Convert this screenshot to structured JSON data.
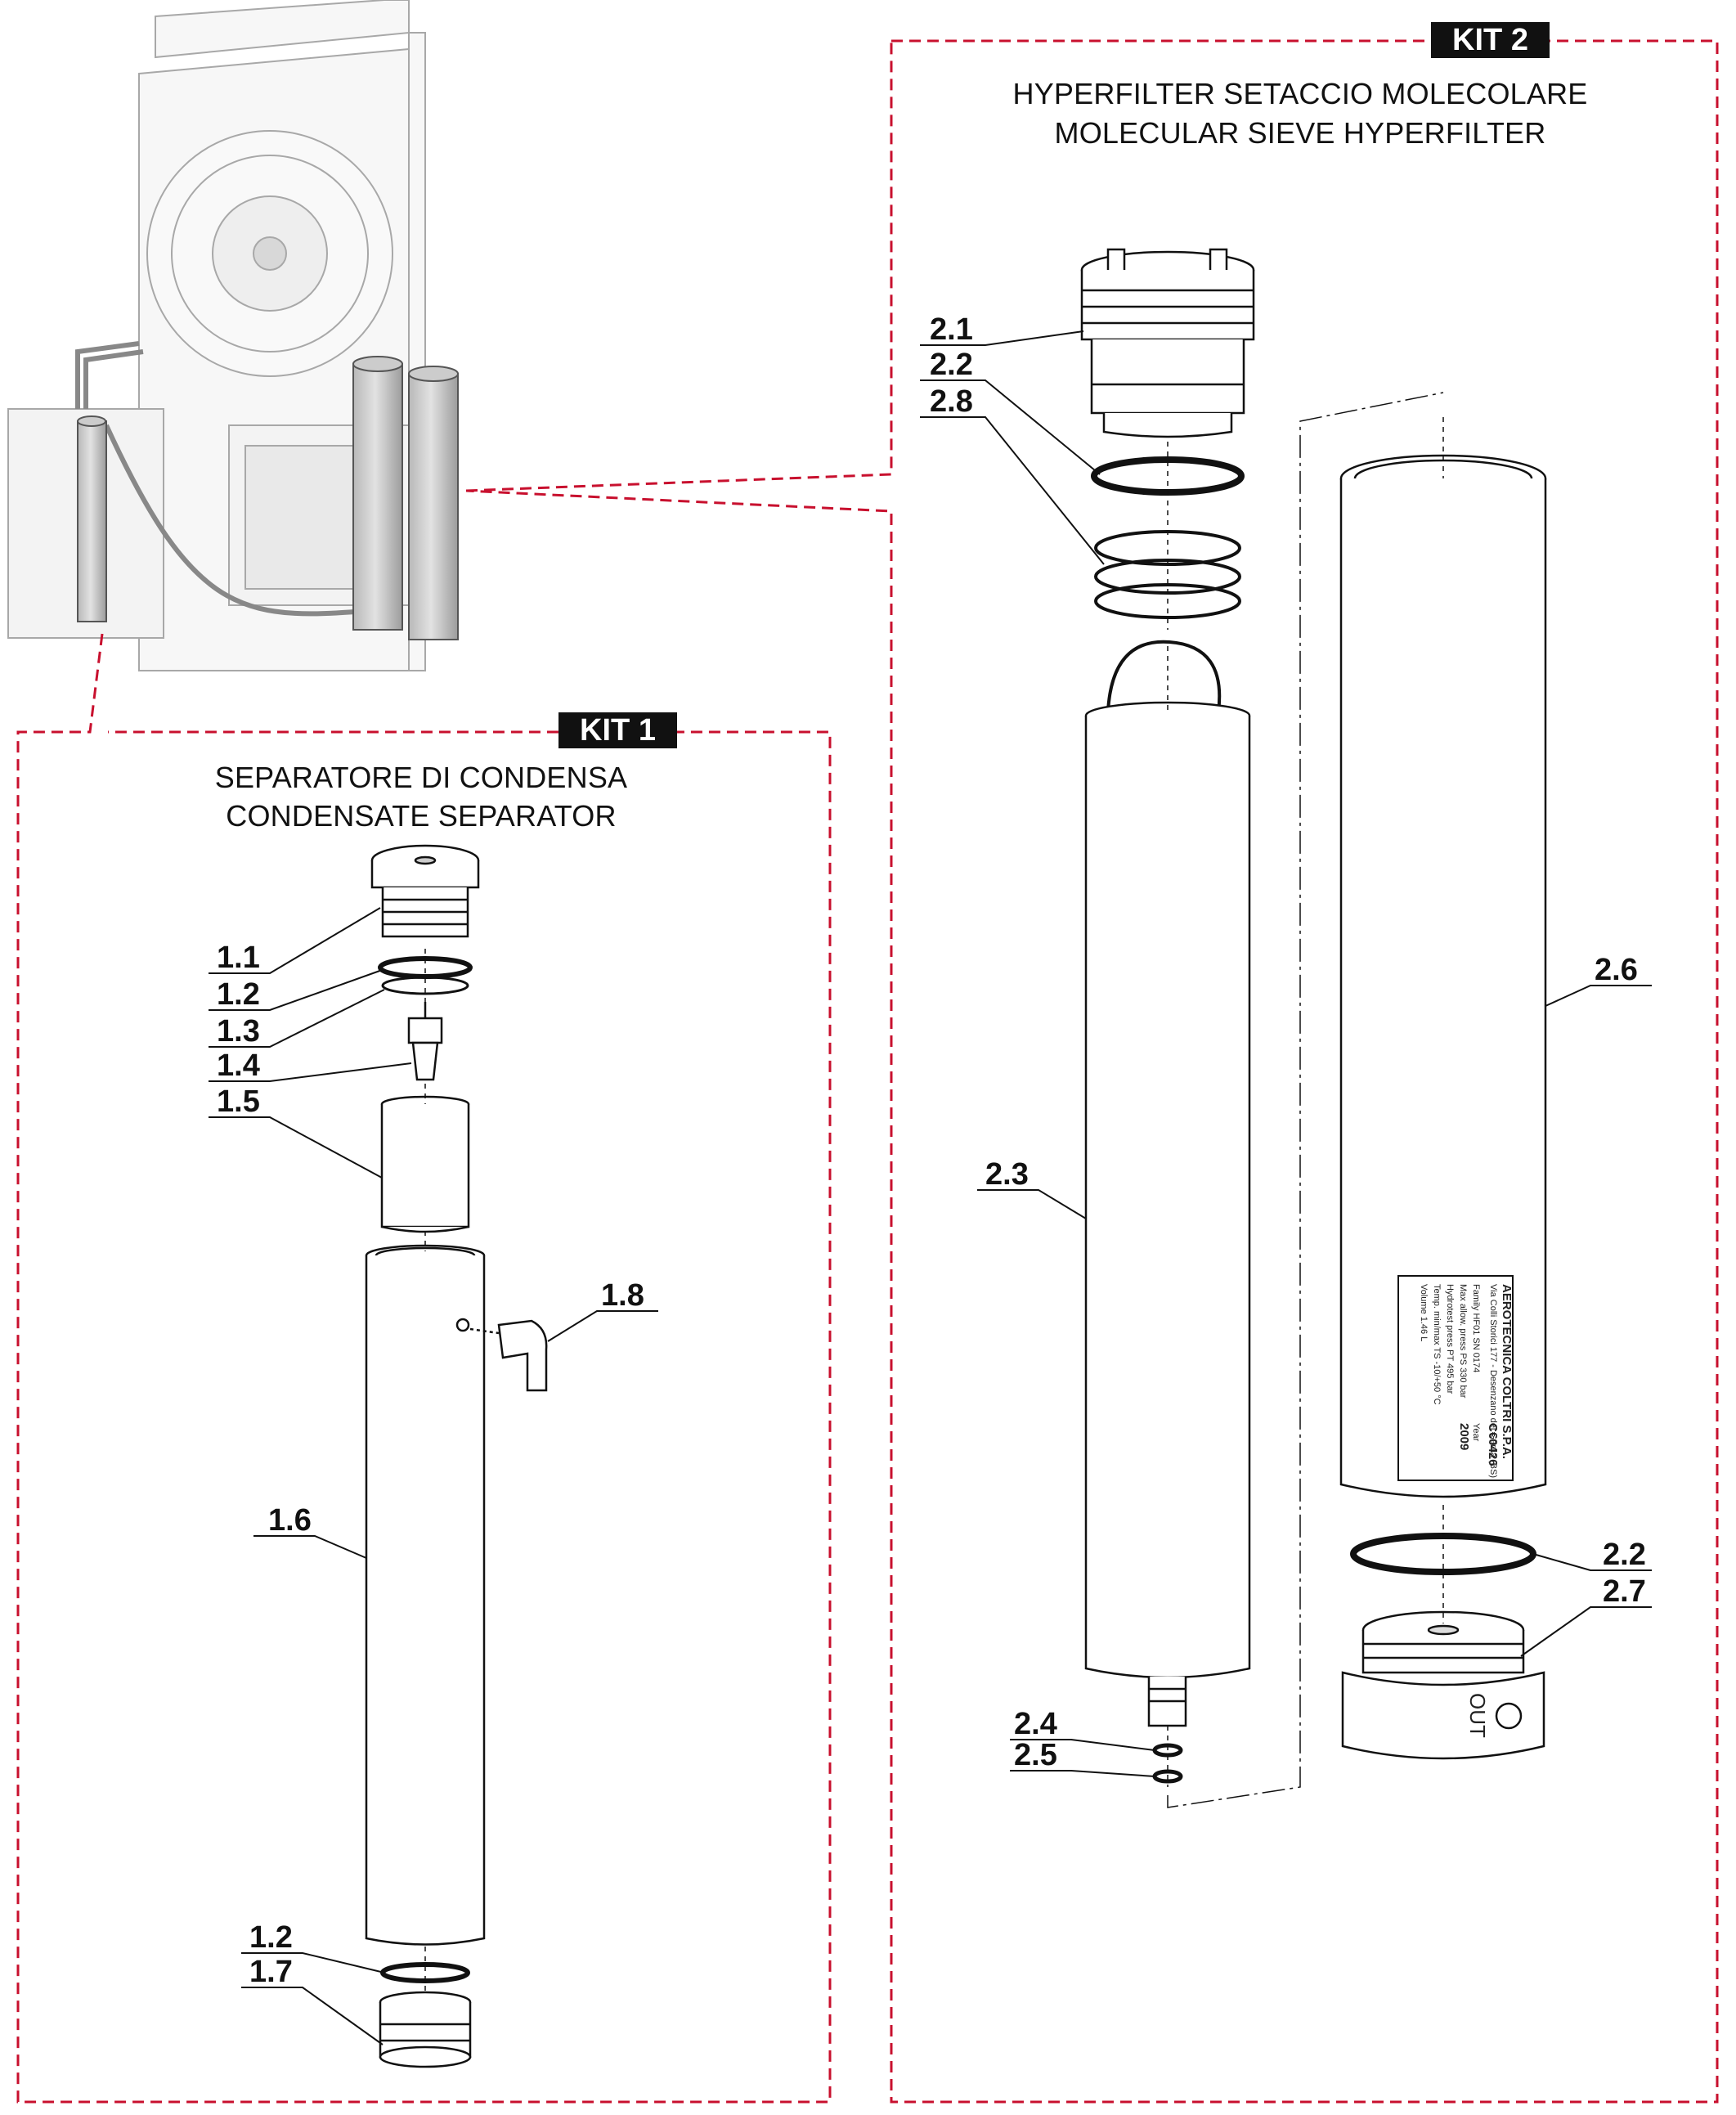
{
  "kit1": {
    "badge": "KIT 1",
    "title_it": "SEPARATORE DI CONDENSA",
    "title_en": "CONDENSATE SEPARATOR"
  },
  "kit2": {
    "badge": "KIT 2",
    "title_it": "HYPERFILTER SETACCIO MOLECOLARE",
    "title_en": "MOLECULAR SIEVE HYPERFILTER"
  },
  "parts": {
    "p1_1": "1.1",
    "p1_2": "1.2",
    "p1_3": "1.3",
    "p1_4": "1.4",
    "p1_5": "1.5",
    "p1_6": "1.6",
    "p1_8": "1.8",
    "p1_2b": "1.2",
    "p1_7": "1.7",
    "p2_1": "2.1",
    "p2_2": "2.2",
    "p2_8": "2.8",
    "p2_3": "2.3",
    "p2_4": "2.4",
    "p2_5": "2.5",
    "p2_6": "2.6",
    "p2_2b": "2.2",
    "p2_7": "2.7"
  },
  "nameplate": {
    "company": "AEROTECNICA COLTRI S.P.A.",
    "address": "Via Colli Storici 177 - Desenzano del Garda (BS)",
    "mark": "C€0426",
    "row1": "Family  HF01  SN 0174",
    "row2": "Max allow. press   PS 330 bar",
    "row3": "Hydrotest press   PT 495 bar",
    "row4": "Temp. min/max   TS -10/+50 °C",
    "row5": "Volume   1.46 L",
    "year_label": "Year",
    "year": "2009"
  },
  "out_label": "OUT",
  "colors": {
    "kit_frame": "#c8102e",
    "line": "#111111",
    "ghost": "#9a9a9a",
    "part_fill": "#d4d4d4"
  }
}
